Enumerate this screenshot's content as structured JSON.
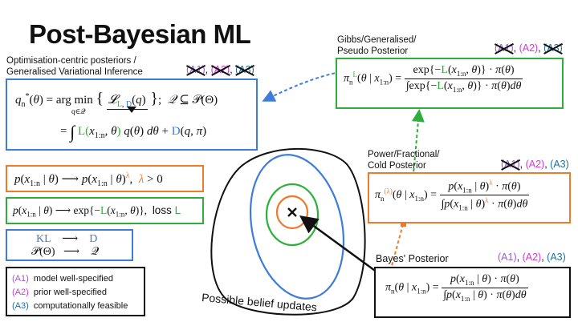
{
  "title": "Post-Bayesian ML",
  "optimisation": {
    "label_line1": "Optimisation-centric posteriors /",
    "label_line2": "Generalised Variational Inference",
    "assumptions": [
      {
        "text": "(A1)",
        "color": "#9b5bd0",
        "struck": true
      },
      {
        "text": "(A2)",
        "color": "#d23ad2",
        "struck": true
      },
      {
        "text": "(A3)",
        "color": "#1f6f9a",
        "struck": true
      }
    ],
    "formula_lhs": "q*n(θ) = arg min",
    "formula_min_sub": "q∈𝒬",
    "formula_brace_content": "𝓛L, D (q)",
    "formula_constraint": "𝒬 ⊆ 𝒫(Θ)",
    "formula_line2": "= ∫ L(x1:n, θ) q(θ) dθ + D(q, π)"
  },
  "gibbs": {
    "label_line1": "Gibbs/Generalised/",
    "label_line2": "Pseudo Posterior",
    "assumptions": [
      {
        "text": "(A1)",
        "color": "#9b5bd0",
        "struck": true
      },
      {
        "text": "(A2)",
        "color": "#d23ad2",
        "struck": false
      },
      {
        "text": "(A3)",
        "color": "#1f6f9a",
        "struck": true
      }
    ]
  },
  "power": {
    "label_line1": "Power/Fractional/",
    "label_line2": "Cold Posterior",
    "assumptions": [
      {
        "text": "(A1)",
        "color": "#9b5bd0",
        "struck": true
      },
      {
        "text": "(A2)",
        "color": "#d23ad2",
        "struck": false
      },
      {
        "text": "(A3)",
        "color": "#1f6f9a",
        "struck": false
      }
    ]
  },
  "bayes": {
    "label": "Bayes' Posterior",
    "assumptions": [
      {
        "text": "(A1)",
        "color": "#9b5bd0",
        "struck": false
      },
      {
        "text": "(A2)",
        "color": "#d23ad2",
        "struck": false
      },
      {
        "text": "(A3)",
        "color": "#1f6f9a",
        "struck": false
      }
    ]
  },
  "transforms": {
    "power": {
      "lhs": "p(x1:n | θ) ⟶ p(x1:n | θ)λ,",
      "cond": "λ > 0"
    },
    "gibbs": {
      "lhs": "p(x1:n | θ) ⟶ exp{−L(x1:n, θ)},",
      "cond": "loss L"
    },
    "kl_row": {
      "left": "KL",
      "arrow": "⟶",
      "right": "D"
    },
    "space_row": {
      "left": "𝒫(Θ)",
      "arrow": "⟶",
      "right": "𝒬"
    }
  },
  "legend": [
    {
      "key": "(A1)",
      "text": "model well-specified",
      "color": "#9b5bd0"
    },
    {
      "key": "(A2)",
      "text": "prior well-specified",
      "color": "#d23ad2"
    },
    {
      "key": "(A3)",
      "text": "computationally feasible",
      "color": "#1f6f9a"
    }
  ],
  "belief_region_label": "Possible belief updates",
  "colors": {
    "green": "#2eae3a",
    "blue": "#3f7bd8",
    "orange": "#ee7a2a",
    "black": "#111111"
  }
}
